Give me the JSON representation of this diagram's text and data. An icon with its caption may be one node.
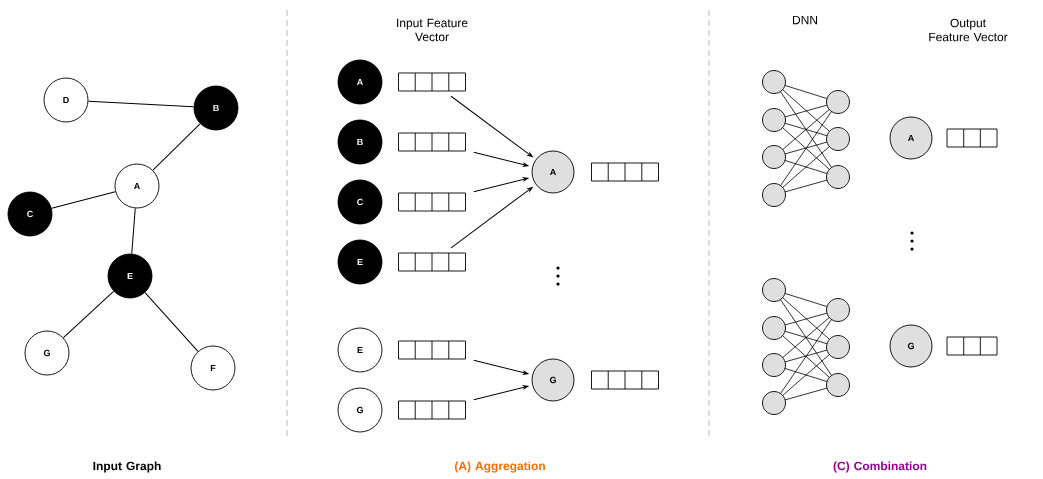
{
  "diagram": {
    "nodes": [
      {
        "text": [
          "D"
        ]
      },
      {
        "text": [
          "B"
        ]
      },
      {
        "text": [
          "A"
        ]
      },
      {
        "text": [
          "C"
        ]
      },
      {
        "text": [
          "E"
        ]
      },
      {
        "text": [
          "G"
        ]
      },
      {
        "text": [
          "F"
        ]
      },
      {
        "text": [
          "A"
        ]
      },
      {
        "text": [],
        "shape": "box"
      },
      {
        "text": [
          "B"
        ]
      },
      {
        "text": [],
        "shape": "box"
      },
      {
        "text": [
          "C"
        ]
      },
      {
        "text": [],
        "shape": "box"
      },
      {
        "text": [
          "E"
        ]
      },
      {
        "text": [],
        "shape": "box"
      },
      {
        "text": [
          "E"
        ]
      },
      {
        "text": [],
        "shape": "box"
      },
      {
        "text": [
          "G"
        ]
      },
      {
        "text": [],
        "shape": "box"
      },
      {
        "text": [
          "A"
        ]
      },
      {
        "text": [
          "G"
        ]
      },
      {
        "text": [
          "A"
        ]
      },
      {
        "text": [
          "G"
        ]
      },
      {
        "text": [],
        "shape": "box"
      },
      {
        "text": [],
        "shape": "box"
      },
      {
        "text": [],
        "shape": "box"
      },
      {
        "text": [],
        "shape": "box"
      }
    ],
    "edges": [
      {
        "from": 0,
        "to": 1,
        "arrow": "none"
      },
      {
        "from": 1,
        "to": 2,
        "arrow": "none"
      },
      {
        "from": 2,
        "to": 3,
        "arrow": "none"
      },
      {
        "from": 2,
        "to": 4,
        "arrow": "none"
      },
      {
        "from": 4,
        "to": 5,
        "arrow": "none"
      },
      {
        "from": 4,
        "to": 6,
        "arrow": "none"
      },
      {
        "from": 8,
        "to": 19,
        "arrow": "to"
      },
      {
        "from": 10,
        "to": 19,
        "arrow": "to"
      },
      {
        "from": 12,
        "to": 19,
        "arrow": "to"
      },
      {
        "from": 14,
        "to": 19,
        "arrow": "to"
      },
      {
        "from": 16,
        "to": 20,
        "arrow": "to"
      },
      {
        "from": 18,
        "to": 20,
        "arrow": "to"
      }
    ],
    "labels": [
      "Input Feature Vector",
      "DNN",
      "Output Feature Vector",
      "Input Graph",
      "(A) Aggregation",
      "(C) Combination"
    ]
  }
}
